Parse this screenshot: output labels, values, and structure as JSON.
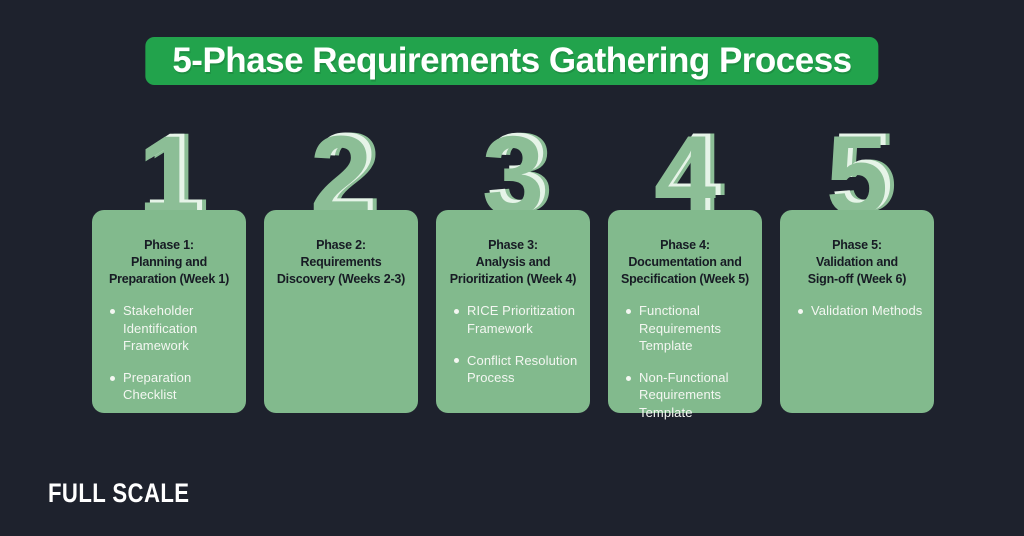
{
  "title": {
    "text": "5-Phase Requirements Gathering Process"
  },
  "colors": {
    "background": "#1e222d",
    "banner_green": "#22a34c",
    "card_green": "#82ba8d",
    "number_green": "#8cbe96",
    "number_highlight": "#e6f4e8",
    "header_text": "#171b24",
    "bullet_text": "#f4f7f2",
    "title_text": "#ffffff",
    "logo_text_color": "#ffffff"
  },
  "phases": [
    {
      "number": "1",
      "header": "Phase 1:\nPlanning and\nPreparation (Week 1)",
      "bullets": [
        "Stakeholder\nIdentification\nFramework",
        "Preparation\nChecklist"
      ]
    },
    {
      "number": "2",
      "header": "Phase 2:\nRequirements\nDiscovery (Weeks 2-3)",
      "bullets": []
    },
    {
      "number": "3",
      "header": "Phase 3:\nAnalysis and\nPrioritization (Week 4)",
      "bullets": [
        "RICE Prioritization\nFramework",
        "Conflict Resolution\nProcess"
      ]
    },
    {
      "number": "4",
      "header": "Phase 4:\nDocumentation and\nSpecification (Week 5)",
      "bullets": [
        "Functional\nRequirements\nTemplate",
        "Non-Functional\nRequirements\nTemplate"
      ]
    },
    {
      "number": "5",
      "header": "Phase 5:\nValidation and\nSign-off (Week 6)",
      "bullets": [
        "Validation Methods"
      ]
    }
  ],
  "footer": {
    "logo": "FULL SCALE"
  }
}
